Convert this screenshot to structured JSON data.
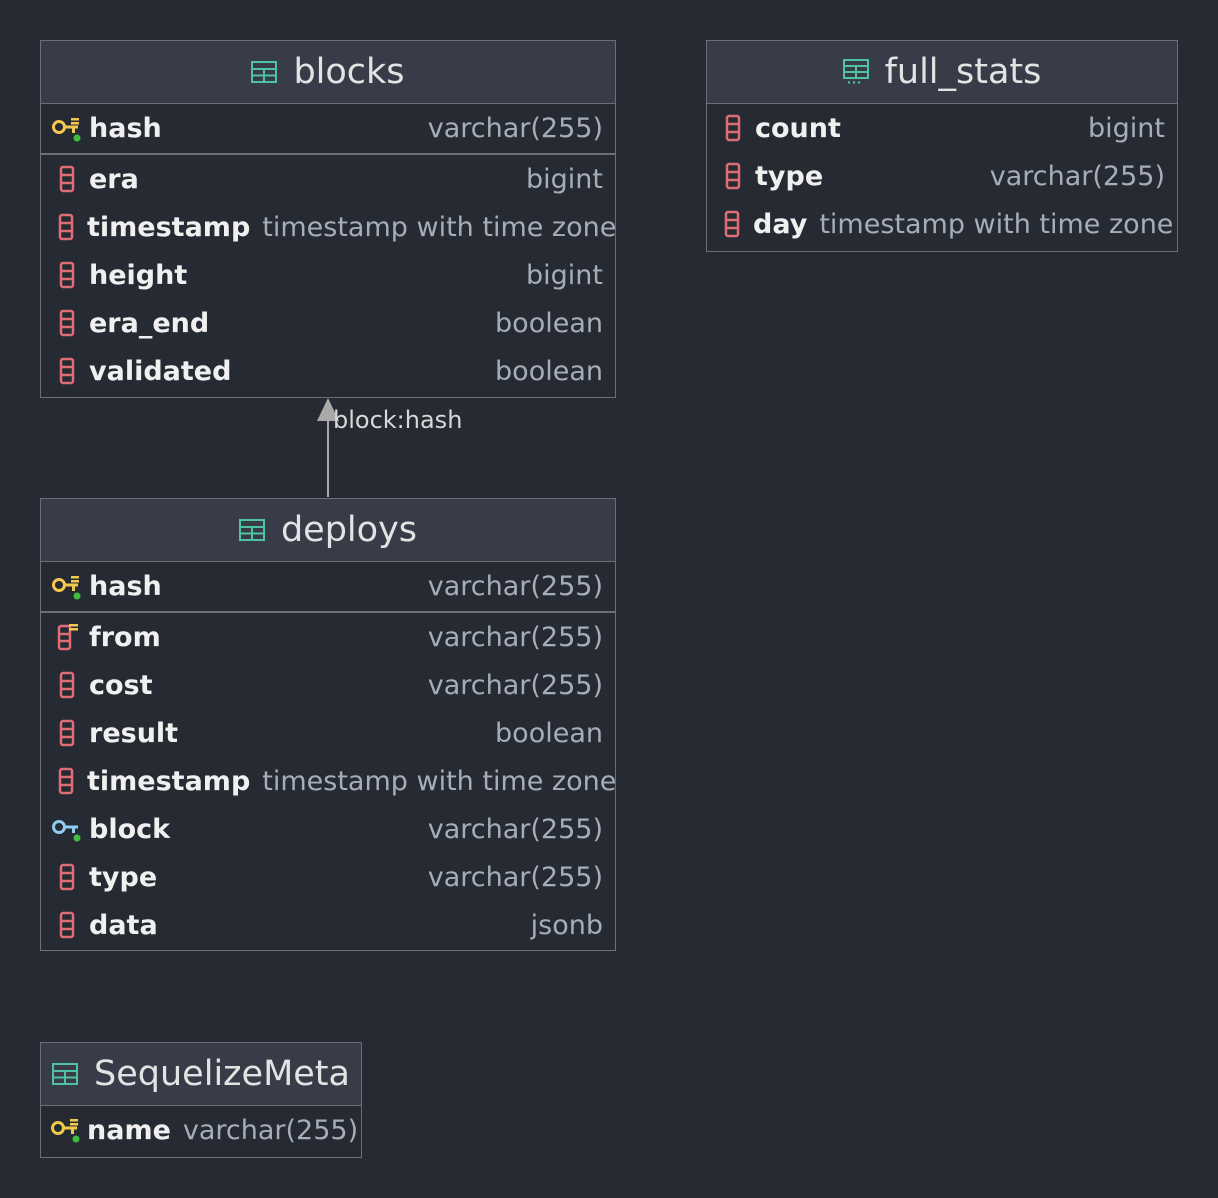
{
  "tables": {
    "blocks": {
      "name": "blocks",
      "pk": [
        {
          "name": "hash",
          "type": "varchar(255)",
          "icon": "primary-key-icon"
        }
      ],
      "columns": [
        {
          "name": "era",
          "type": "bigint",
          "icon": "column-icon"
        },
        {
          "name": "timestamp",
          "type": "timestamp with time zone",
          "icon": "column-icon"
        },
        {
          "name": "height",
          "type": "bigint",
          "icon": "column-icon"
        },
        {
          "name": "era_end",
          "type": "boolean",
          "icon": "column-icon"
        },
        {
          "name": "validated",
          "type": "boolean",
          "icon": "column-icon"
        }
      ]
    },
    "full_stats": {
      "name": "full_stats",
      "columns": [
        {
          "name": "count",
          "type": "bigint",
          "icon": "column-icon"
        },
        {
          "name": "type",
          "type": "varchar(255)",
          "icon": "column-icon"
        },
        {
          "name": "day",
          "type": "timestamp with time zone",
          "icon": "column-icon"
        }
      ]
    },
    "deploys": {
      "name": "deploys",
      "pk": [
        {
          "name": "hash",
          "type": "varchar(255)",
          "icon": "primary-key-icon"
        }
      ],
      "columns": [
        {
          "name": "from",
          "type": "varchar(255)",
          "icon": "indexed-column-icon"
        },
        {
          "name": "cost",
          "type": "varchar(255)",
          "icon": "column-icon"
        },
        {
          "name": "result",
          "type": "boolean",
          "icon": "column-icon"
        },
        {
          "name": "timestamp",
          "type": "timestamp with time zone",
          "icon": "column-icon"
        },
        {
          "name": "block",
          "type": "varchar(255)",
          "icon": "foreign-key-icon"
        },
        {
          "name": "type",
          "type": "varchar(255)",
          "icon": "column-icon"
        },
        {
          "name": "data",
          "type": "jsonb",
          "icon": "column-icon"
        }
      ]
    },
    "SequelizeMeta": {
      "name": "SequelizeMeta",
      "pk": [
        {
          "name": "name",
          "type": "varchar(255)",
          "icon": "primary-key-icon"
        }
      ]
    }
  },
  "relations": [
    {
      "from": "deploys",
      "to": "blocks",
      "label": "block:hash"
    }
  ],
  "colors": {
    "background": "#262a33",
    "header": "#373c48",
    "border": "#6b6f78",
    "table_icon": "#4fc3a1",
    "column_icon": "#e06c75",
    "primary_key": "#f2c94c",
    "foreign_key": "#8ecdf0"
  }
}
